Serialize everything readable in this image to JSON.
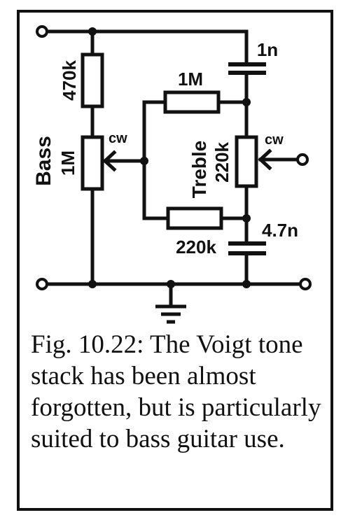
{
  "figure": {
    "labels": {
      "r_bass_series": "470k",
      "pot_bass_name": "Bass",
      "pot_bass_value": "1M",
      "pot_bass_cw": "cw",
      "r_treble_upper": "1M",
      "pot_treble_name": "Treble",
      "pot_treble_value": "220k",
      "pot_treble_cw": "cw",
      "r_treble_lower": "220k",
      "c_top": "1n",
      "c_bottom": "4.7n"
    },
    "caption": "Fig. 10.22: The Voigt tone stack has been almost forgotten, but is particularly suited to bass guitar use."
  }
}
